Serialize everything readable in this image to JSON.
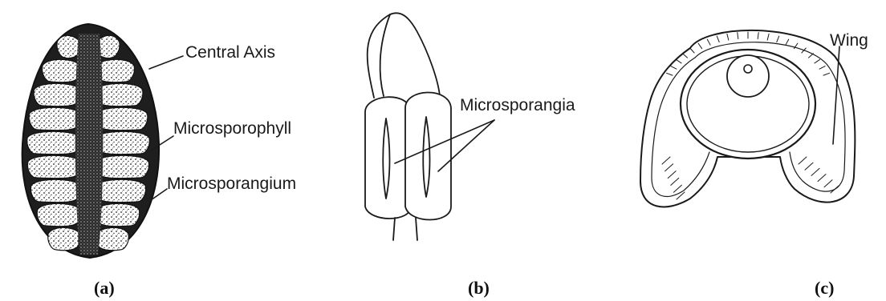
{
  "panels": [
    {
      "caption": "(a)",
      "labels": [
        "Central Axis",
        "Microsporophyll",
        "Microsporangium"
      ]
    },
    {
      "caption": "(b)",
      "labels": [
        "Microsporangia"
      ]
    },
    {
      "caption": "(c)",
      "labels": [
        "Wing"
      ]
    }
  ]
}
